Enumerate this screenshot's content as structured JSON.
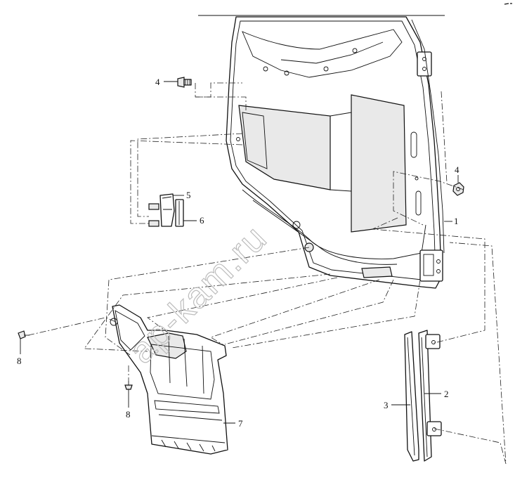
{
  "diagram": {
    "watermark": "ap-kam.ru",
    "callouts": [
      {
        "id": "c4a",
        "label": "4"
      },
      {
        "id": "c4b",
        "label": "4"
      },
      {
        "id": "c5",
        "label": "5"
      },
      {
        "id": "c6",
        "label": "6"
      },
      {
        "id": "c1",
        "label": "1"
      },
      {
        "id": "c8a",
        "label": "8"
      },
      {
        "id": "c8b",
        "label": "8"
      },
      {
        "id": "c7",
        "label": "7"
      },
      {
        "id": "c3",
        "label": "3"
      },
      {
        "id": "c2",
        "label": "2"
      }
    ]
  }
}
